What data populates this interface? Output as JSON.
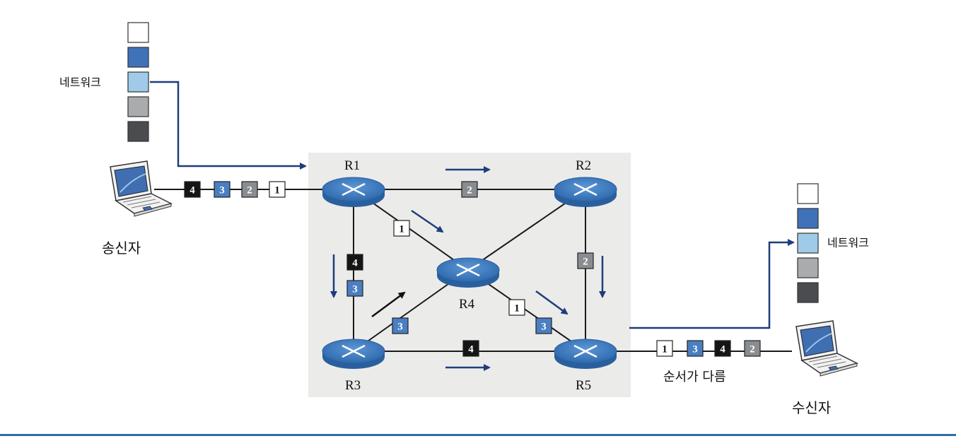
{
  "sender_label": "송신자",
  "receiver_label": "수신자",
  "network_label_left": "네트워크",
  "network_label_right": "네트워크",
  "out_of_order_label": "순서가 다름",
  "routers": [
    "R1",
    "R2",
    "R3",
    "R4",
    "R5"
  ],
  "send_packets": [
    "4",
    "3",
    "2",
    "1"
  ],
  "receive_packets": [
    "1",
    "3",
    "4",
    "2"
  ],
  "link_packets": {
    "r1_r2": "2",
    "r1_r4": "1",
    "r1_r3_a": "4",
    "r1_r3_b": "3",
    "r3_r4": "3",
    "r2_r5": "2",
    "r4_r5_a": "1",
    "r4_r5_b": "3",
    "r3_r5": "4"
  },
  "colors": {
    "packet_1": "#ffffff",
    "packet_2": "#8a8d90",
    "packet_3": "#4a7fc1",
    "packet_4": "#151515",
    "network_white": "#ffffff",
    "network_blue": "#3f72b8",
    "network_lightblue": "#9fcbe8",
    "network_gray": "#a9abad",
    "network_dark": "#4a4c50",
    "router": "#3c78c0",
    "arrow": "#1f3d7a",
    "background_panel": "#e9ebea",
    "bottom_line": "#2d6ea6"
  }
}
